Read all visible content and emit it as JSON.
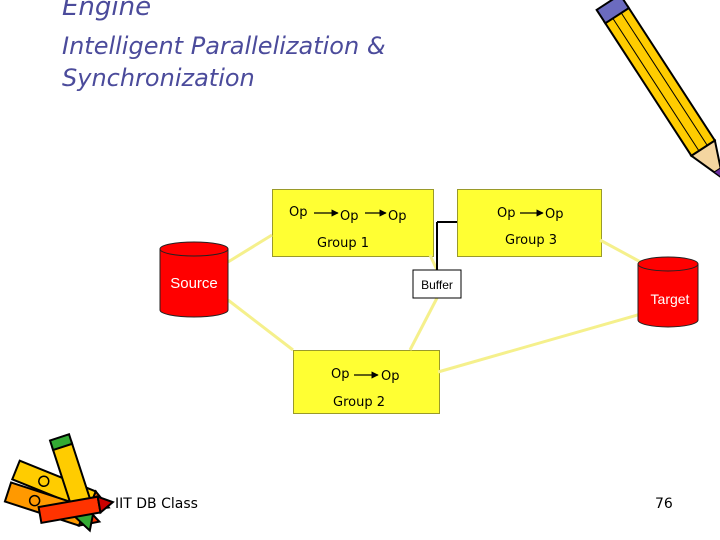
{
  "title": {
    "line1": "Engine",
    "line2": "Intelligent Parallelization &",
    "line3": "Synchronization"
  },
  "diagram": {
    "source_label": "Source",
    "target_label": "Target",
    "buffer_label": "Buffer",
    "group1": {
      "label": "Group 1",
      "ops": [
        "Op",
        "Op",
        "Op"
      ]
    },
    "group2": {
      "label": "Group 2",
      "ops": [
        "Op",
        "Op"
      ]
    },
    "group3": {
      "label": "Group 3",
      "ops": [
        "Op",
        "Op"
      ]
    }
  },
  "footer": {
    "course": "IIT DB Class",
    "page_number": "76"
  },
  "colors": {
    "title": "#4b4b9b",
    "group_fill": "#ffff33",
    "cylinder_fill": "#ff0000",
    "connector": "#f5f08c",
    "buffer_fill": "#ffffff"
  },
  "icons": [
    "pencil-icon",
    "crayons-icon"
  ]
}
